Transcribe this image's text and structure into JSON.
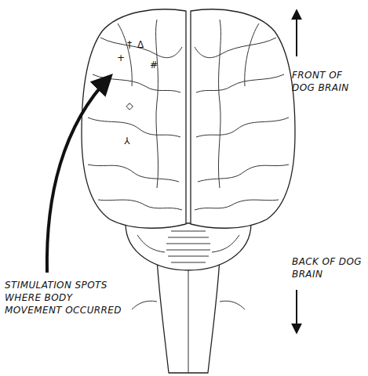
{
  "diagram": {
    "labels": [
      "FRONT OF DOG BRAIN",
      "BACK OF DOG BRAIN",
      "STIMULATION SPOTS WHERE BODY MOVEMENT OCCURRED",
      "†",
      "Δ",
      "+",
      "#",
      "◇",
      "⅄"
    ]
  }
}
